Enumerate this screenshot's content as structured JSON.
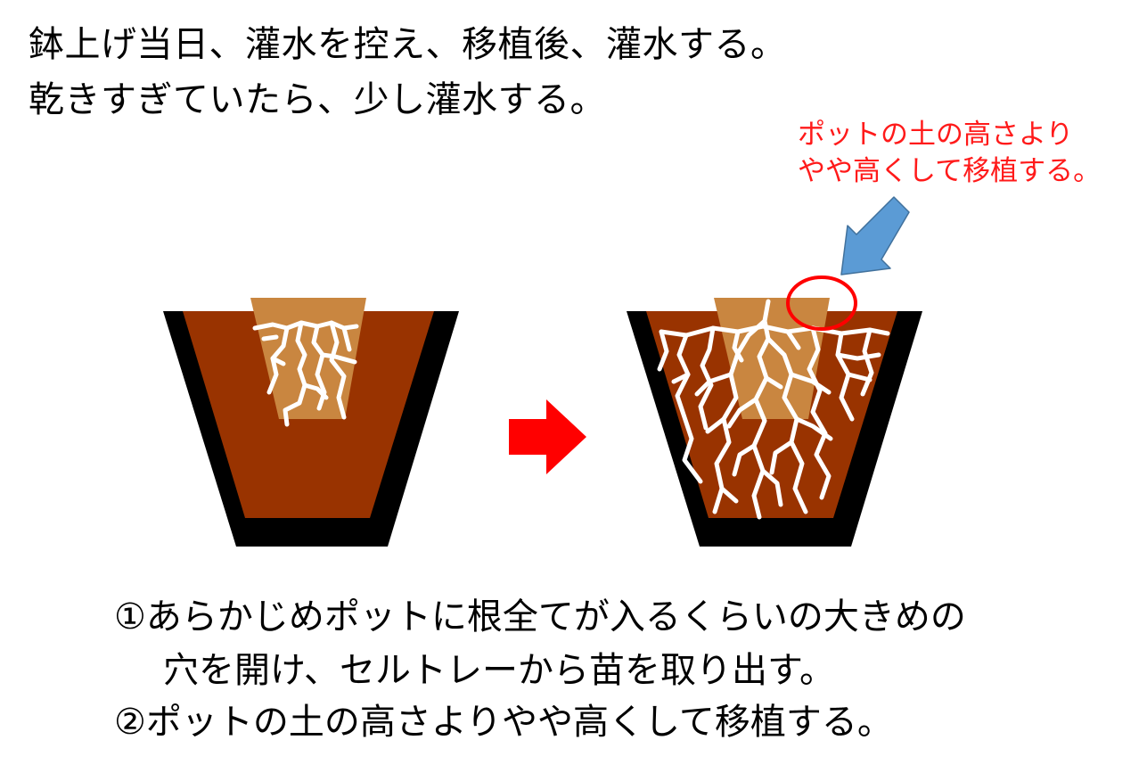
{
  "header": {
    "line1": "鉢上げ当日、灌水を控え、移植後、灌水する。",
    "line2": "乾きすぎていたら、少し灌水する。"
  },
  "callout": {
    "line1": "ポットの土の高さより",
    "line2": "やや高くして移植する。",
    "color": "#ff1a1a"
  },
  "steps": {
    "step1_line1": "①あらかじめポットに根全てが入るくらいの大きめの",
    "step1_line2": "穴を開け、セルトレーから苗を取り出す。",
    "step2": "②ポットの土の高さよりやや高くして移植する。"
  },
  "colors": {
    "pot": "#000000",
    "soil": "#993300",
    "root_plug": "#c98640",
    "roots": "#ffffff",
    "transition_arrow": "#ff0000",
    "pointer_arrow": "#5b9bd5",
    "highlight_circle": "#ff0000"
  }
}
